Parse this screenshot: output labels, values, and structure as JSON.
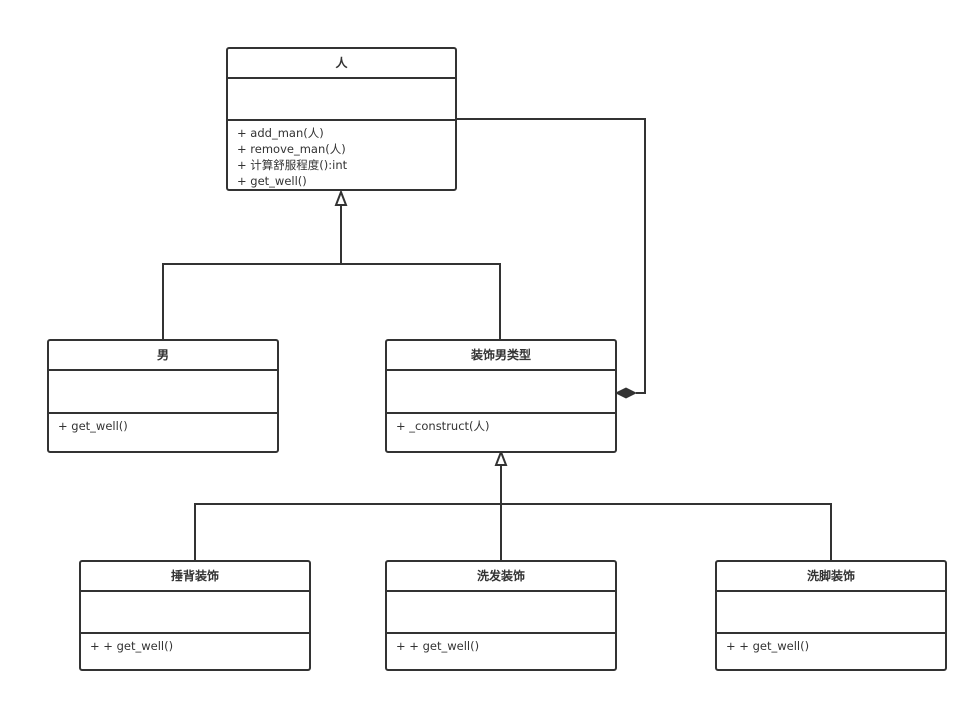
{
  "classes": {
    "person": {
      "name": "人",
      "methods": [
        "+ add_man(人)",
        "+ remove_man(人)",
        "+ 计算舒服程度():int",
        "+ get_well()"
      ]
    },
    "man": {
      "name": "男",
      "methods": [
        "+ get_well()"
      ]
    },
    "decorator": {
      "name": "装饰男类型",
      "methods": [
        "+ _construct(人)"
      ]
    },
    "back": {
      "name": "捶背装饰",
      "methods": [
        "+ + get_well()"
      ]
    },
    "hair": {
      "name": "洗发装饰",
      "methods": [
        "+ + get_well()"
      ]
    },
    "foot": {
      "name": "洗脚装饰",
      "methods": [
        "+ + get_well()"
      ]
    }
  },
  "colors": {
    "line": "#333333",
    "fill": "#ffffff"
  }
}
